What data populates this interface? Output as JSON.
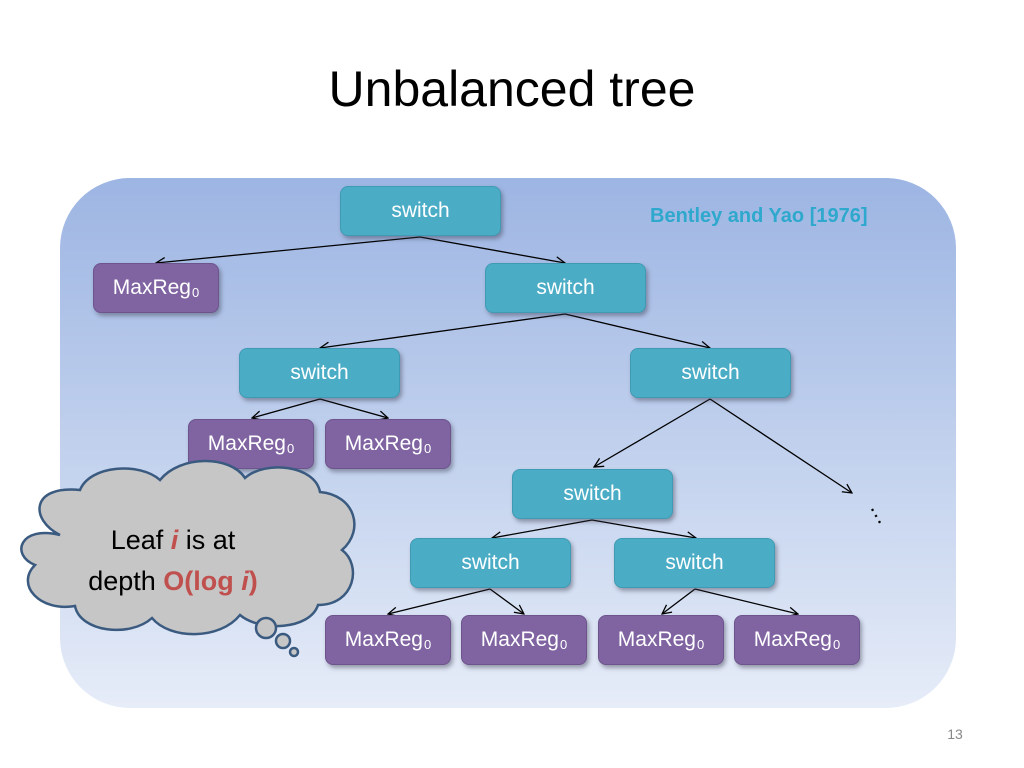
{
  "slide": {
    "title": "Unbalanced tree",
    "citation": "Bentley and Yao [1976]",
    "page_number": "13"
  },
  "nodes": {
    "switch_label": "switch",
    "maxreg_label": "MaxReg",
    "maxreg_subscript": "0"
  },
  "ellipsis": "…",
  "cloud": {
    "line1_prefix": "Leaf ",
    "line1_var": "i",
    "line1_suffix": " is at",
    "line2_prefix": "depth ",
    "line2_bigo": "O(log ",
    "line2_var": "i",
    "line2_close": ")"
  },
  "colors": {
    "switch": "#4bacc6",
    "maxreg": "#8064a2",
    "citation": "#2ea8cc",
    "highlight": "#c0504d",
    "cloud_fill": "#c6c6c6",
    "cloud_border": "#3a5a80"
  }
}
